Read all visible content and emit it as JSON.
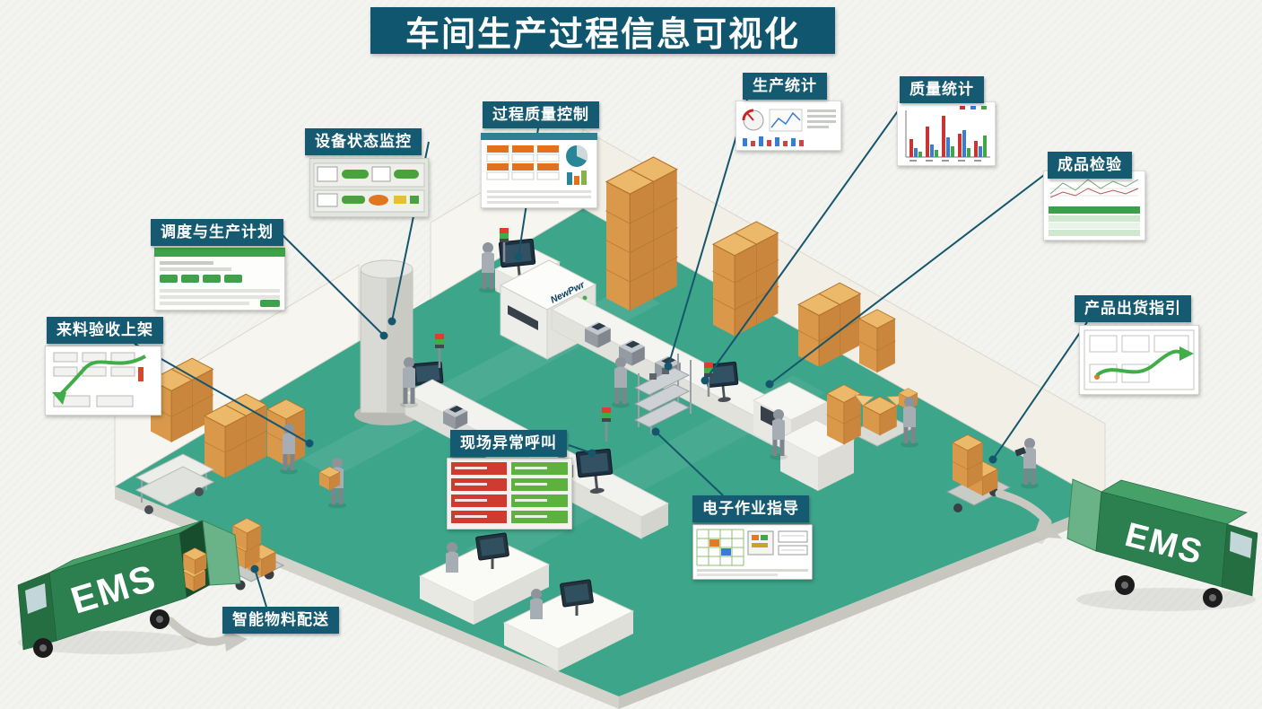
{
  "title": "车间生产过程信息可视化",
  "callouts": {
    "equipment_status": "设备状态监控",
    "process_quality": "过程质量控制",
    "production_stats": "生产统计",
    "quality_stats": "质量统计",
    "finished_inspection": "成品检验",
    "scheduling_plan": "调度与生产计划",
    "incoming_material": "来料验收上架",
    "product_shipping": "产品出货指引",
    "exception_call": "现场异常呼叫",
    "work_instruction": "电子作业指导",
    "material_delivery": "智能物料配送"
  },
  "scene": {
    "machine_brand": "NewPwr",
    "truck_left_label": "EMS",
    "truck_right_label": "EMS"
  },
  "colors": {
    "callout_bg": "#155a70",
    "title_bg": "#0f566e",
    "floor_green": "#3da58a",
    "crate_tan": "#e2a75f",
    "truck_green": "#2c7f4e",
    "alert_red": "#d13a2e",
    "ok_green": "#5cb23c"
  }
}
